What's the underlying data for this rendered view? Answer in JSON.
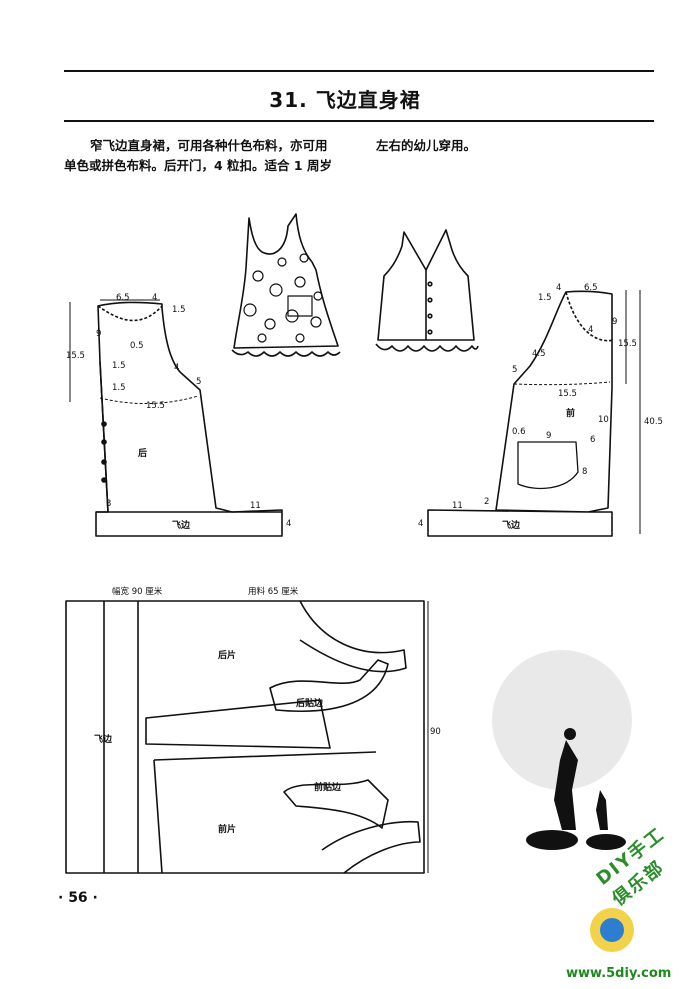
{
  "header": {
    "title": "31. 飞边直身裙"
  },
  "intro": {
    "line1": "窄飞边直身裙，可用各种什色布料，亦可用",
    "line2": "单色或拼色布料。后开门，4 粒扣。适合 1 周岁",
    "line3": "左右的幼儿穿用。"
  },
  "back_pattern": {
    "labels": [
      "6.5",
      "4",
      "1.5",
      "9",
      "0.5",
      "15.5",
      "1.5",
      "4",
      "1.5",
      "5",
      "15.5",
      "后",
      "3",
      "11",
      "4",
      "飞边"
    ]
  },
  "front_pattern": {
    "labels": [
      "4",
      "6.5",
      "1.5",
      "4",
      "9",
      "15.5",
      "4.5",
      "5",
      "15.5",
      "前",
      "10",
      "40.5",
      "0.6",
      "9",
      "6",
      "8",
      "11",
      "2",
      "4",
      "飞边"
    ]
  },
  "layout": {
    "width_label": "幅宽 90 厘米",
    "usage_label": "用料 65 厘米",
    "pieces": [
      "后片",
      "后贴边",
      "飞边",
      "前贴边",
      "前片"
    ],
    "side_dim": "90"
  },
  "footer": {
    "page_number": "· 56 ·",
    "watermark_text": "DIY手工俱乐部",
    "watermark_url": "www.5diy.com"
  }
}
